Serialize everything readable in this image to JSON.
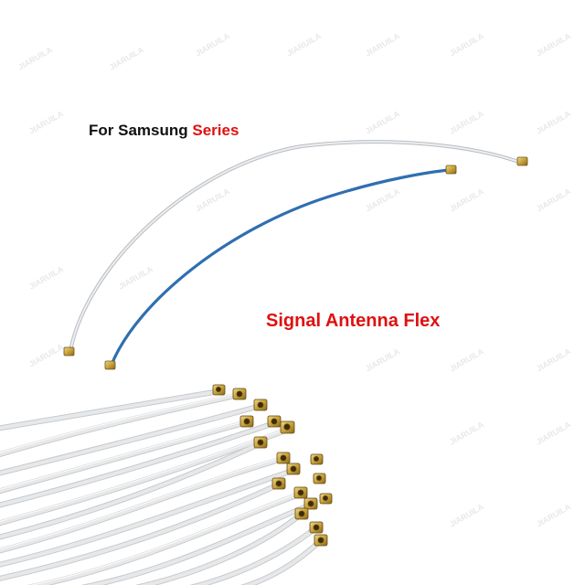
{
  "heading": {
    "prefix": "For Samsung ",
    "accent": "Series"
  },
  "caption": "Signal Antenna Flex",
  "watermark": "JIARUILA",
  "colors": {
    "accent": "#e01010",
    "white_cable": "#d9dcdf",
    "blue_cable": "#2f6fb0",
    "connector_gold": "#c9a23a"
  }
}
